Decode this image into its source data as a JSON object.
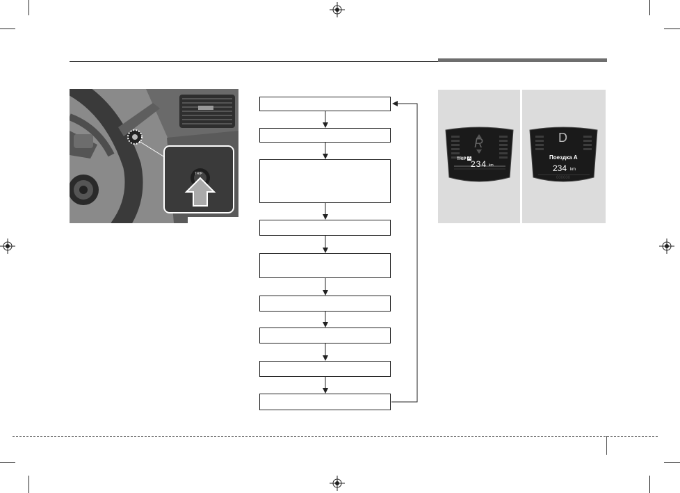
{
  "figure_left": {
    "button_label": "TRIP"
  },
  "flowchart": {
    "steps": [
      "",
      "",
      "",
      "",
      "",
      "",
      "",
      "",
      ""
    ]
  },
  "figure_right": {
    "panel_a": {
      "gear": "R",
      "trip_label": "TRIP",
      "trip_mode": "A",
      "distance": "234",
      "unit": "km"
    },
    "panel_b": {
      "gear": "D",
      "trip_label": "Поездка A",
      "distance": "234",
      "unit": "km",
      "odometer": "000000"
    }
  },
  "colors": {
    "header_bar": "#6e6e6e",
    "panel_bg": "#dcdcdc",
    "display_bg": "#1a1a1a"
  }
}
